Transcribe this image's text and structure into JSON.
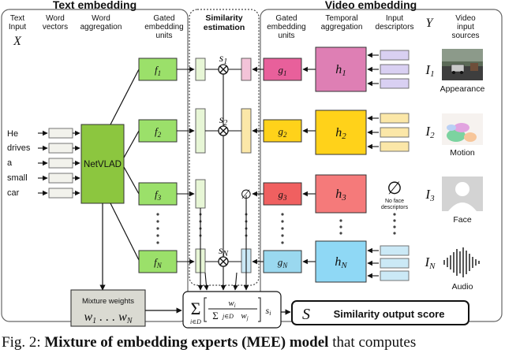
{
  "panels": {
    "text_title": "Text embedding",
    "video_title": "Video embedding",
    "similarity_title_1": "Similarity",
    "similarity_title_2": "estimation"
  },
  "text_side": {
    "col_input_1": "Text",
    "col_input_2": "Input",
    "input_symbol": "X",
    "col_vectors_1": "Word",
    "col_vectors_2": "vectors",
    "col_aggregation_1": "Word",
    "col_aggregation_2": "aggregation",
    "col_gated_1": "Gated",
    "col_gated_2": "embedding",
    "col_gated_3": "units",
    "words": [
      "He",
      "drives",
      "a",
      "small",
      "car"
    ],
    "aggregator": "NetVLAD",
    "units": [
      "f1",
      "f2",
      "f3",
      "fN"
    ],
    "mixture_label": "Mixture weights",
    "mixture_formula": "w1 ... wN"
  },
  "similarity": {
    "scores": [
      "s1",
      "s2",
      "sN"
    ],
    "empty_symbol": "∅",
    "formula": "Σ i∈D [ wi / Σ j∈D wj ] si",
    "output_symbol": "S",
    "output_label": "Similarity output score"
  },
  "video_side": {
    "col_gated_1": "Gated",
    "col_gated_2": "embedding",
    "col_gated_3": "units",
    "col_temporal_1": "Temporal",
    "col_temporal_2": "aggregation",
    "col_descriptors_1": "Input",
    "col_descriptors_2": "descriptors",
    "output_symbol": "Y",
    "col_sources_1": "Video",
    "col_sources_2": "input",
    "col_sources_3": "sources",
    "units": [
      "g1",
      "g2",
      "g3",
      "gN"
    ],
    "aggregators": [
      "h1",
      "h2",
      "h3",
      "hN"
    ],
    "no_face_symbol": "∅",
    "no_face_1": "No face",
    "no_face_2": "descriptors",
    "sources": [
      {
        "symbol": "I1",
        "label": "Appearance"
      },
      {
        "symbol": "I2",
        "label": "Motion"
      },
      {
        "symbol": "I3",
        "label": "Face"
      },
      {
        "symbol": "IN",
        "label": "Audio"
      }
    ]
  },
  "caption": {
    "prefix": "Fig. 2: ",
    "bold": "Mixture of embedding experts (MEE) model",
    "rest": " that computes"
  },
  "colors": {
    "text_unit": "#9be06a",
    "g1": "#e8609b",
    "h1": "#de7fb4",
    "g2": "#ffd21a",
    "h2": "#ffd21a",
    "g3": "#f06060",
    "h3": "#f57a7a",
    "gN": "#9ad8ef",
    "hN": "#8fd8f5",
    "descriptor": "#d9d0f2",
    "motion_desc": "#fbe7a8",
    "face_desc": "#f4c9c9",
    "audio_desc": "#cbe9f6",
    "mixture_bg": "#dadad2"
  }
}
